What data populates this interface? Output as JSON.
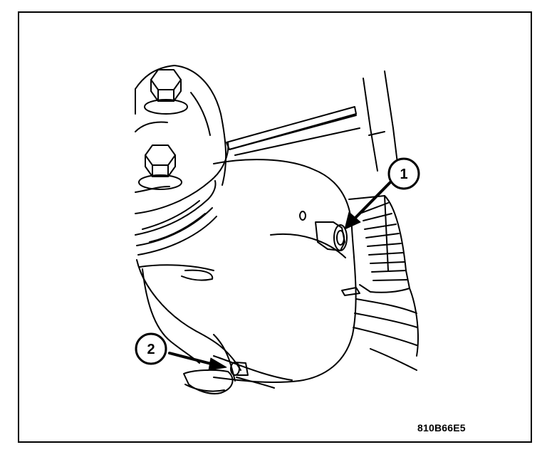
{
  "callouts": [
    {
      "label": "1"
    },
    {
      "label": "2"
    }
  ],
  "figure_code": "810B66E5",
  "colors": {
    "line": "#000000",
    "background": "#ffffff"
  }
}
